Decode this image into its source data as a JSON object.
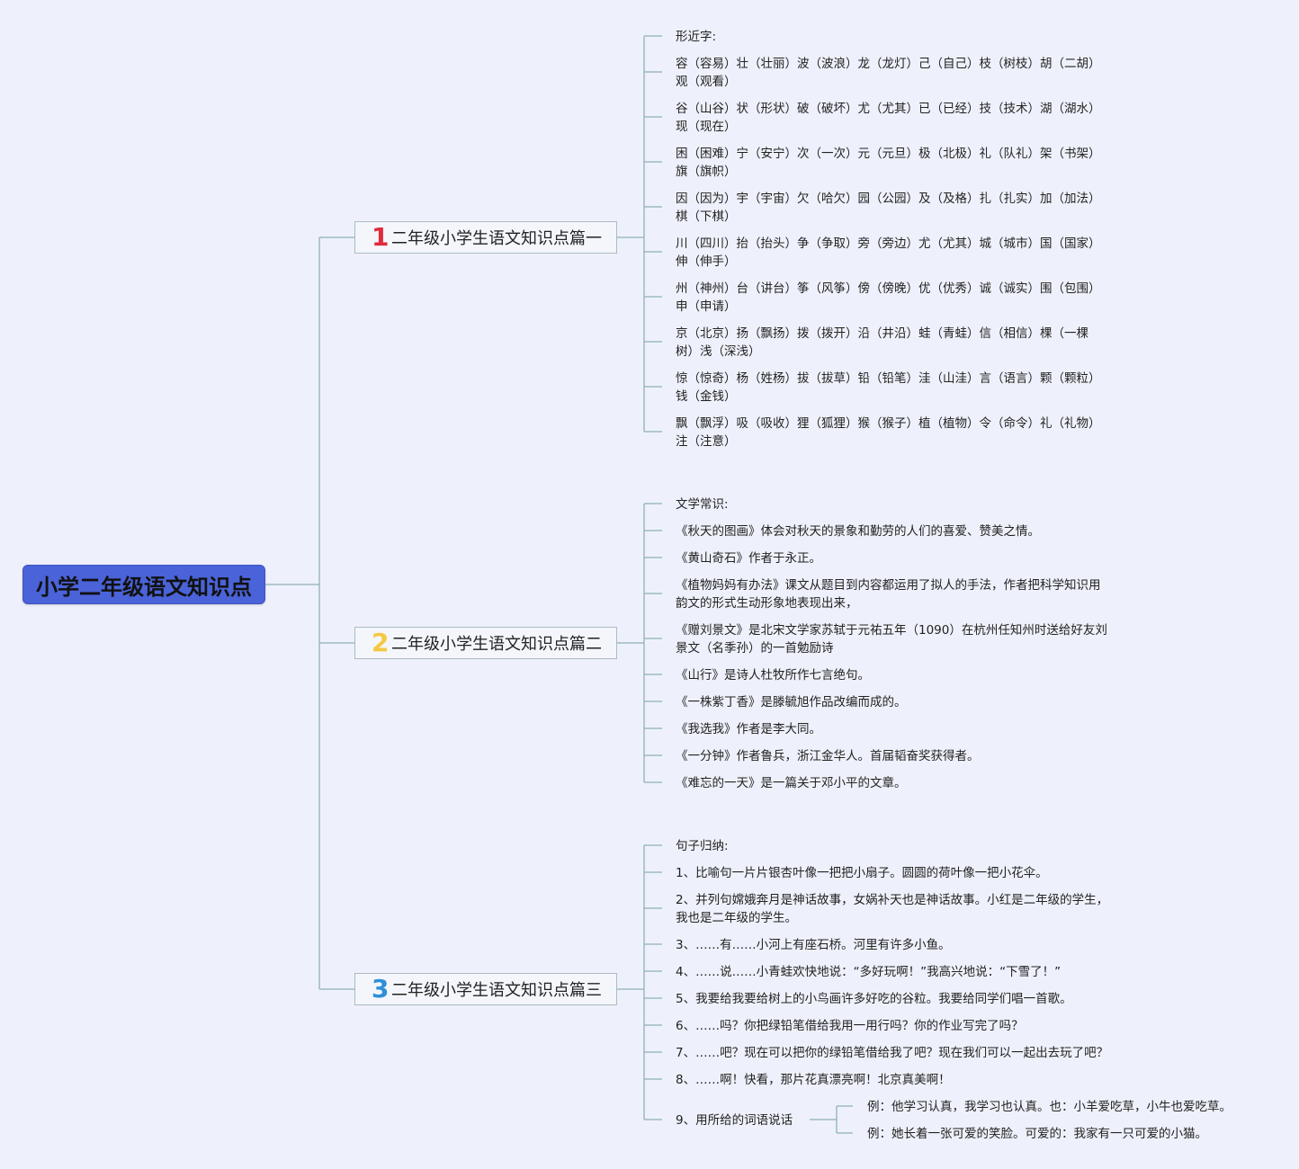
{
  "root": {
    "label": "小学二年级语文知识点"
  },
  "branches": [
    {
      "number": "1",
      "number_color": "#e02b3c",
      "label": "二年级小学生语文知识点篇一",
      "items": [
        [
          "形近字:"
        ],
        [
          "容（容易）壮（壮丽）波（波浪）龙（龙灯）己（自己）枝（树枝）胡（二胡）",
          "观（观看）"
        ],
        [
          "谷（山谷）状（形状）破（破坏）尤（尤其）已（已经）技（技术）湖（湖水）",
          "现（现在）"
        ],
        [
          "困（困难）宁（安宁）次（一次）元（元旦）极（北极）礼（队礼）架（书架）",
          "旗（旗帜）"
        ],
        [
          "因（因为）宇（宇宙）欠（哈欠）园（公园）及（及格）扎（扎实）加（加法）",
          "棋（下棋）"
        ],
        [
          "川（四川）抬（抬头）争（争取）旁（旁边）尤（尤其）城（城市）国（国家）",
          "伸（伸手）"
        ],
        [
          "州（神州）台（讲台）筝（风筝）傍（傍晚）优（优秀）诚（诚实）围（包围）",
          "申（申请）"
        ],
        [
          "京（北京）扬（飘扬）拨（拨开）沿（井沿）蛙（青蛙）信（相信）棵（一棵",
          "树）浅（深浅）"
        ],
        [
          "惊（惊奇）杨（姓杨）拔（拔草）铅（铅笔）洼（山洼）言（语言）颗（颗粒）",
          "钱（金钱）"
        ],
        [
          "飘（飘浮）吸（吸收）狸（狐狸）猴（猴子）植（植物）令（命令）礼（礼物）",
          "注（注意）"
        ]
      ]
    },
    {
      "number": "2",
      "number_color": "#f5c842",
      "label": "二年级小学生语文知识点篇二",
      "items": [
        [
          "文学常识:"
        ],
        [
          "《秋天的图画》体会对秋天的景象和勤劳的人们的喜爱、赞美之情。"
        ],
        [
          "《黄山奇石》作者于永正。"
        ],
        [
          "《植物妈妈有办法》课文从题目到内容都运用了拟人的手法，作者把科学知识用",
          "韵文的形式生动形象地表现出来，"
        ],
        [
          "《赠刘景文》是北宋文学家苏轼于元祐五年（1090）在杭州任知州时送给好友刘",
          "景文（名季孙）的一首勉励诗"
        ],
        [
          "《山行》是诗人杜牧所作七言绝句。"
        ],
        [
          "《一株紫丁香》是滕毓旭作品改编而成的。"
        ],
        [
          "《我选我》作者是李大同。"
        ],
        [
          "《一分钟》作者鲁兵，浙江金华人。首届韬奋奖获得者。"
        ],
        [
          "《难忘的一天》是一篇关于邓小平的文章。"
        ]
      ]
    },
    {
      "number": "3",
      "number_color": "#2f8fd8",
      "label": "二年级小学生语文知识点篇三",
      "items": [
        [
          "句子归纳:"
        ],
        [
          "1、比喻句一片片银杏叶像一把把小扇子。圆圆的荷叶像一把小花伞。"
        ],
        [
          "2、并列句嫦娥奔月是神话故事，女娲补天也是神话故事。小红是二年级的学生，",
          "我也是二年级的学生。"
        ],
        [
          "3、……有……小河上有座石桥。河里有许多小鱼。"
        ],
        [
          "4、……说……小青蛙欢快地说：“多好玩啊！”我高兴地说：“下雪了！”"
        ],
        [
          "5、我要给我要给树上的小鸟画许多好吃的谷粒。我要给同学们唱一首歌。"
        ],
        [
          "6、……吗？你把绿铅笔借给我用一用行吗？你的作业写完了吗？"
        ],
        [
          "7、……吧？现在可以把你的绿铅笔借给我了吧？现在我们可以一起出去玩了吧？"
        ],
        [
          "8、……啊！快看，那片花真漂亮啊！北京真美啊！"
        ],
        [
          "9、用所给的词语说话"
        ]
      ],
      "sub_items": [
        "例：他学习认真，我学习也认真。也：小羊爱吃草，小牛也爱吃草。",
        "例：她长着一张可爱的笑脸。可爱的：我家有一只可爱的小猫。"
      ]
    }
  ]
}
